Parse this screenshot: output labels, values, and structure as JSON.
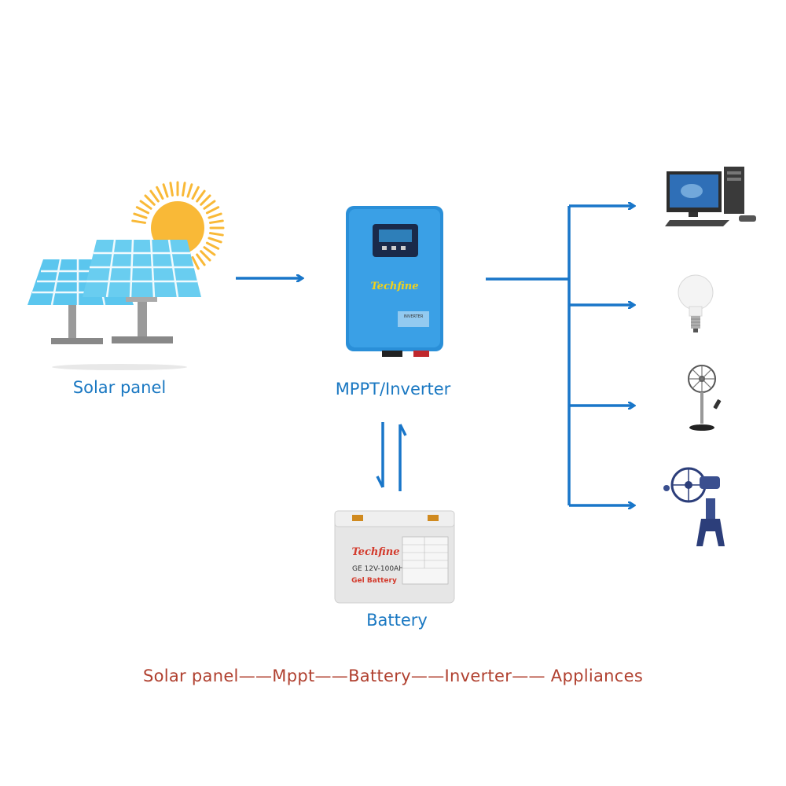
{
  "colors": {
    "accent_blue": "#1976c9",
    "label_blue": "#1a78c2",
    "caption_red": "#b0402f",
    "panel_blue": "#5bc6ee",
    "sun_yellow": "#f9b937",
    "inverter_blue": "#2a8fd8",
    "battery_gray": "#e6e6e6"
  },
  "nodes": {
    "solar": {
      "label": "Solar panel"
    },
    "inverter": {
      "label": "MPPT/Inverter",
      "brand": "Techfine",
      "model_text": "INVERTER"
    },
    "battery": {
      "label": "Battery",
      "brand": "Techfine",
      "model": "GE 12V-100AH",
      "type": "Gel Battery"
    }
  },
  "appliances": [
    {
      "name": "computer",
      "icon": "desktop-computer-icon"
    },
    {
      "name": "light bulb",
      "icon": "light-bulb-icon"
    },
    {
      "name": "stand fan",
      "icon": "stand-fan-icon"
    },
    {
      "name": "wall fan",
      "icon": "wall-fan-icon"
    }
  ],
  "caption": "Solar panel——Mppt——Battery——Inverter—— Appliances"
}
